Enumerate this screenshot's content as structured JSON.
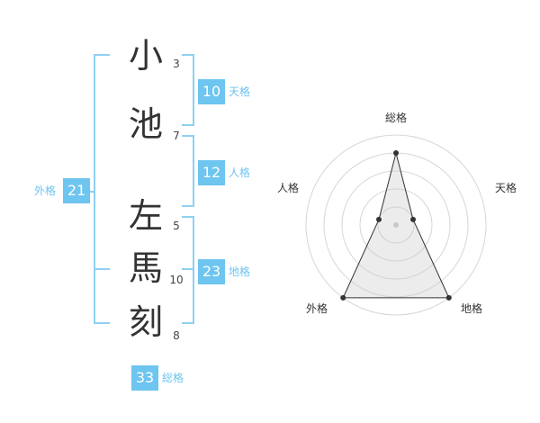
{
  "name": {
    "chars": [
      {
        "char": "小",
        "strokes": "3"
      },
      {
        "char": "池",
        "strokes": "7"
      },
      {
        "char": "左",
        "strokes": "5"
      },
      {
        "char": "馬",
        "strokes": "10"
      },
      {
        "char": "刻",
        "strokes": "8"
      }
    ]
  },
  "kakusu": {
    "tenkaku": {
      "value": "10",
      "label": "天格"
    },
    "jinkaku": {
      "value": "12",
      "label": "人格"
    },
    "chikaku": {
      "value": "23",
      "label": "地格"
    },
    "gaikaku": {
      "value": "21",
      "label": "外格"
    },
    "soukaku": {
      "value": "33",
      "label": "総格"
    }
  },
  "colors": {
    "accent": "#6dc5f0",
    "bracket": "#8fd0f3",
    "text": "#333333"
  },
  "chart_data": {
    "type": "radar",
    "axes": [
      "総格",
      "天格",
      "地格",
      "外格",
      "人格"
    ],
    "values": [
      0.8,
      0.2,
      1.0,
      1.0,
      0.2
    ],
    "range": [
      0,
      1
    ],
    "rings": 5
  }
}
